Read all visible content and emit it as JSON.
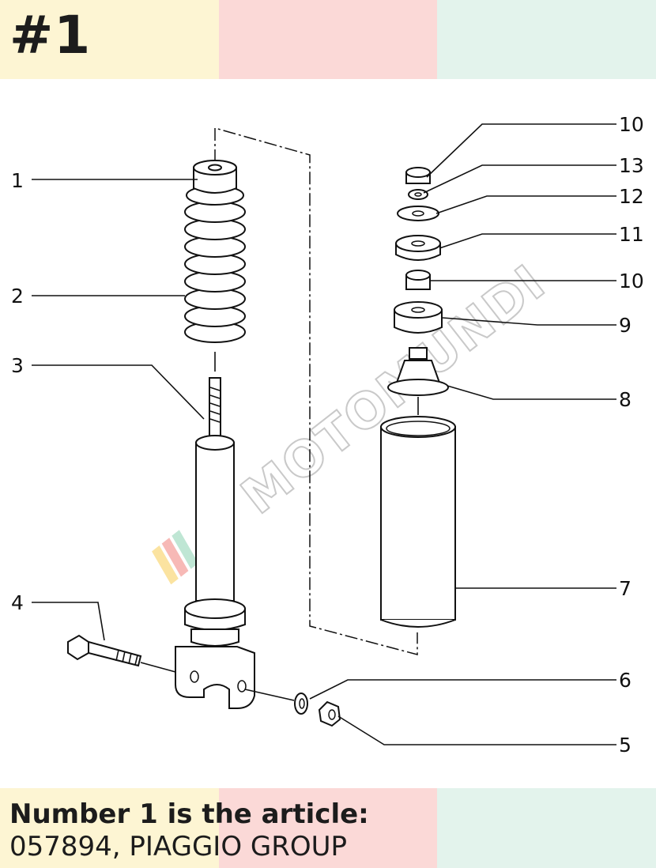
{
  "header": {
    "badge": "#1"
  },
  "caption": {
    "line1": "Number 1 is the article:",
    "line2": "057894, PIAGGIO GROUP"
  },
  "watermark": {
    "text": "MOTOMUNDI"
  },
  "band_colors": [
    "#fdf5d3",
    "#fbd9d7",
    "#e3f3ec"
  ],
  "callouts": [
    "1",
    "2",
    "3",
    "4",
    "10",
    "13",
    "12",
    "11",
    "10",
    "9",
    "8",
    "7",
    "6",
    "5"
  ]
}
